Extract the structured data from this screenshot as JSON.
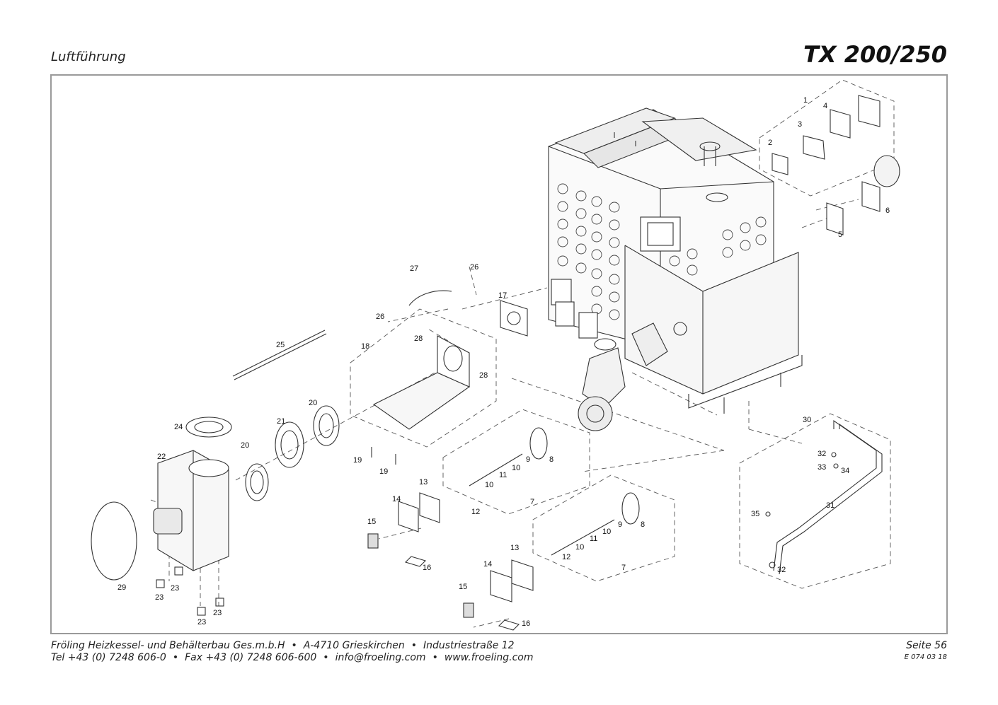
{
  "header": {
    "section_title": "Luftführung",
    "model": "TX 200/250"
  },
  "footer": {
    "company": "Fröling Heizkessel- und Behälterbau Ges.m.b.H",
    "address_city": "A-4710 Grieskirchen",
    "address_street": "Industriestraße 12",
    "phone": "Tel +43 (0) 7248 606-0",
    "fax": "Fax +43 (0) 7248 606-600",
    "email": "info@froeling.com",
    "web": "www.froeling.com",
    "separator": "•",
    "page": "Seite 56",
    "doc_number": "E 074 03 18"
  },
  "callouts": [
    {
      "id": "c1",
      "label": "1"
    },
    {
      "id": "c2",
      "label": "2"
    },
    {
      "id": "c3",
      "label": "3"
    },
    {
      "id": "c4",
      "label": "4"
    },
    {
      "id": "c5",
      "label": "5"
    },
    {
      "id": "c6",
      "label": "6"
    },
    {
      "id": "c7a",
      "label": "7"
    },
    {
      "id": "c7b",
      "label": "7"
    },
    {
      "id": "c8a",
      "label": "8"
    },
    {
      "id": "c8b",
      "label": "8"
    },
    {
      "id": "c9a",
      "label": "9"
    },
    {
      "id": "c9b",
      "label": "9"
    },
    {
      "id": "c10a",
      "label": "10"
    },
    {
      "id": "c10b",
      "label": "10"
    },
    {
      "id": "c10c",
      "label": "10"
    },
    {
      "id": "c10d",
      "label": "10"
    },
    {
      "id": "c11a",
      "label": "11"
    },
    {
      "id": "c11b",
      "label": "11"
    },
    {
      "id": "c12a",
      "label": "12"
    },
    {
      "id": "c12b",
      "label": "12"
    },
    {
      "id": "c13a",
      "label": "13"
    },
    {
      "id": "c13b",
      "label": "13"
    },
    {
      "id": "c14a",
      "label": "14"
    },
    {
      "id": "c14b",
      "label": "14"
    },
    {
      "id": "c15a",
      "label": "15"
    },
    {
      "id": "c15b",
      "label": "15"
    },
    {
      "id": "c16a",
      "label": "16"
    },
    {
      "id": "c16b",
      "label": "16"
    },
    {
      "id": "c17",
      "label": "17"
    },
    {
      "id": "c18",
      "label": "18"
    },
    {
      "id": "c19a",
      "label": "19"
    },
    {
      "id": "c19b",
      "label": "19"
    },
    {
      "id": "c20a",
      "label": "20"
    },
    {
      "id": "c20b",
      "label": "20"
    },
    {
      "id": "c21",
      "label": "21"
    },
    {
      "id": "c22",
      "label": "22"
    },
    {
      "id": "c23a",
      "label": "23"
    },
    {
      "id": "c23b",
      "label": "23"
    },
    {
      "id": "c23c",
      "label": "23"
    },
    {
      "id": "c23d",
      "label": "23"
    },
    {
      "id": "c24",
      "label": "24"
    },
    {
      "id": "c25",
      "label": "25"
    },
    {
      "id": "c26a",
      "label": "26"
    },
    {
      "id": "c26b",
      "label": "26"
    },
    {
      "id": "c27",
      "label": "27"
    },
    {
      "id": "c28a",
      "label": "28"
    },
    {
      "id": "c28b",
      "label": "28"
    },
    {
      "id": "c29",
      "label": "29"
    },
    {
      "id": "c30",
      "label": "30"
    },
    {
      "id": "c31",
      "label": "31"
    },
    {
      "id": "c32a",
      "label": "32"
    },
    {
      "id": "c32b",
      "label": "32"
    },
    {
      "id": "c33",
      "label": "33"
    },
    {
      "id": "c34",
      "label": "34"
    },
    {
      "id": "c35",
      "label": "35"
    }
  ]
}
